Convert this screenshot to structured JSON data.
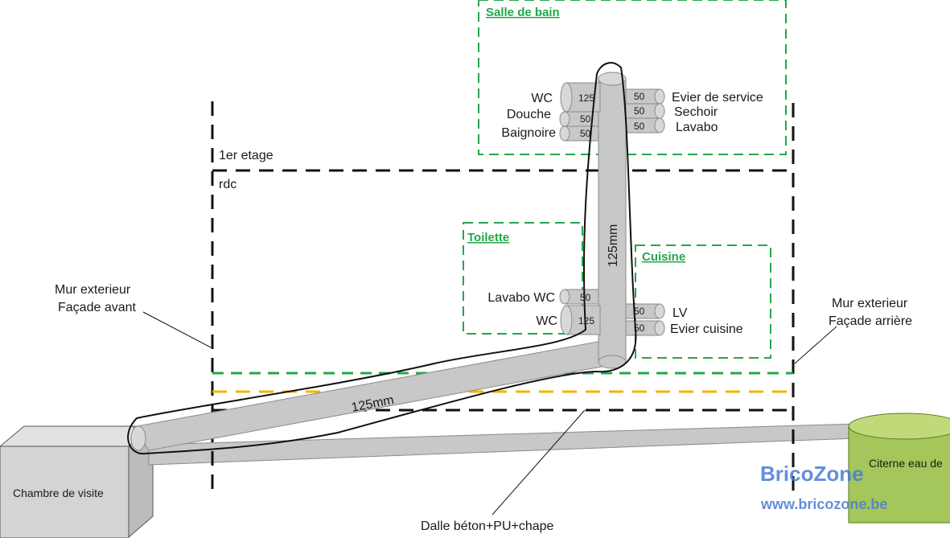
{
  "zones": {
    "salle_de_bain": "Salle de bain",
    "toilette": "Toilette",
    "cuisine": "Cuisine"
  },
  "floors": {
    "premier": "1er etage",
    "rdc": "rdc"
  },
  "salle_de_bain_left": [
    {
      "label": "WC",
      "dn": "125"
    },
    {
      "label": "Douche",
      "dn": "50"
    },
    {
      "label": "Baignoire",
      "dn": "50"
    }
  ],
  "salle_de_bain_right": [
    {
      "label": "Evier de service",
      "dn": "50"
    },
    {
      "label": "Sechoir",
      "dn": "50"
    },
    {
      "label": "Lavabo",
      "dn": "50"
    }
  ],
  "toilette_items": [
    {
      "label": "Lavabo WC",
      "dn": "50"
    },
    {
      "label": "WC",
      "dn": "125"
    }
  ],
  "cuisine_items": [
    {
      "label": "LV",
      "dn": "50"
    },
    {
      "label": "Evier cuisine",
      "dn": "50"
    }
  ],
  "pipes": {
    "vertical": "125mm",
    "horizontal": "125mm"
  },
  "walls": {
    "avant_1": "Mur exterieur",
    "avant_2": "Façade avant",
    "arriere_1": "Mur exterieur",
    "arriere_2": "Façade arrière"
  },
  "chambre": "Chambre de visite",
  "citerne": "Citerne eau de",
  "dalle": "Dalle béton+PU+chape",
  "watermark": {
    "brand": "BricoZone",
    "url": "www.bricozone.be"
  },
  "colors": {
    "zone_green": "#22a84a",
    "floor_black": "#111111",
    "slab_yellow": "#f0b400",
    "pipe_gray": "#c8c8c8",
    "tank_green": "#a4c65a"
  }
}
